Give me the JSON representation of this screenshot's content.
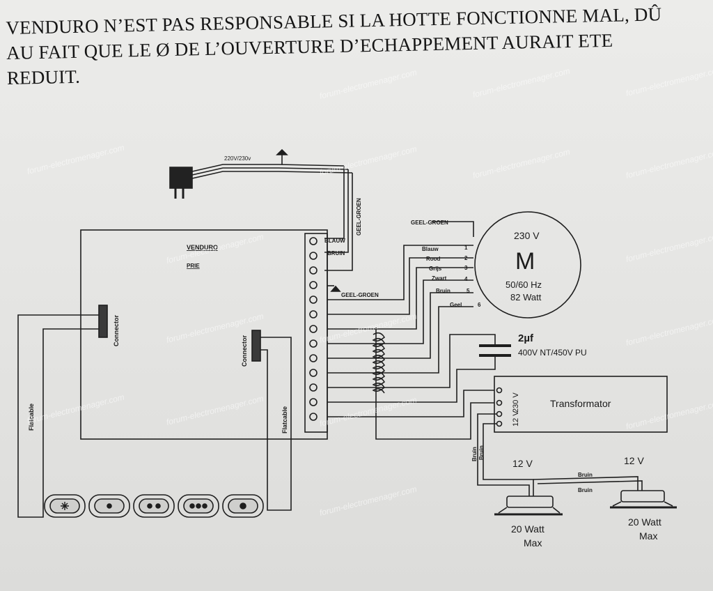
{
  "heading": {
    "line1": "VENDURO N’EST PAS RESPONSABLE SI LA HOTTE FONCTIONNE MAL, DÛ",
    "line2": "AU FAIT QUE LE Ø DE L’OUVERTURE D’ECHAPPEMENT AURAIT ETE",
    "line3": "REDUIT."
  },
  "supply": {
    "voltage": "220V/230v"
  },
  "board": {
    "brand": "VENDURO",
    "model": "PRIE"
  },
  "terminal_top_labels": [
    "BLAUW",
    "BRUIN"
  ],
  "earth_cable_label": "GEEL-GROEN",
  "earth_label_board": "GEEL-GROEN",
  "earth_label_motor": "GEEL-GROEN",
  "motor": {
    "symbol": "M",
    "voltage": "230 V",
    "frequency": "50/60 Hz",
    "power": "82 Watt",
    "wires": [
      {
        "color": "Blauw",
        "num": "1"
      },
      {
        "color": "Rood",
        "num": "2"
      },
      {
        "color": "Grijs",
        "num": "3"
      },
      {
        "color": "Zwart",
        "num": "4"
      },
      {
        "color": "Bruin",
        "num": "5"
      },
      {
        "color": "Geel",
        "num": "6"
      }
    ]
  },
  "capacitor": {
    "value": "2µf",
    "rating": "400V NT/450V PU"
  },
  "transformer": {
    "label": "Transformator",
    "in": "230 V",
    "out": "12 V"
  },
  "connectors": {
    "left": "Connector",
    "right": "Connector"
  },
  "flatcables": {
    "left": "Flatcable",
    "right": "Flatcable"
  },
  "transformer_leads": [
    "Bruin",
    "Bruin"
  ],
  "lamp_link_labels": [
    "Bruin",
    "Bruin"
  ],
  "lamps": [
    {
      "voltage": "12 V",
      "power": "20 Watt",
      "max": "Max"
    },
    {
      "voltage": "12 V",
      "power": "20 Watt",
      "max": "Max"
    }
  ],
  "watermark": "forum-electromenager.com"
}
